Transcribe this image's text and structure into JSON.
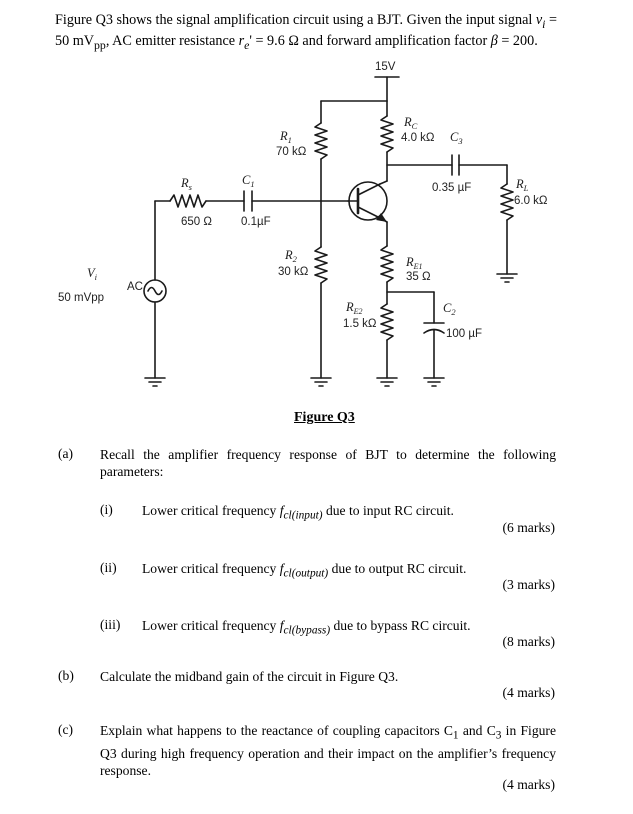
{
  "intro": {
    "text_a": "Figure Q3 shows the signal amplification circuit using a BJT. Given the input signal ",
    "sym_vi": "v",
    "sym_vi_sub": "i",
    "text_b": " =",
    "text_c": "50 mV",
    "text_c_sub": "pp",
    "text_d": ", AC emitter resistance ",
    "sym_re": "r",
    "sym_re_sub": "e",
    "text_e": "' = 9.6 Ω and forward amplification factor ",
    "sym_beta": "β",
    "text_f": " = 200."
  },
  "circuit": {
    "supply": "15V",
    "r1": {
      "name": "R",
      "sub": "1",
      "value": "70 kΩ"
    },
    "rc": {
      "name": "R",
      "sub": "C",
      "value": "4.0 kΩ"
    },
    "c3": {
      "name": "C",
      "sub": "3",
      "value": "0.35 µF"
    },
    "rl": {
      "name": "R",
      "sub": "L",
      "value": "6.0 kΩ"
    },
    "rs": {
      "name": "R",
      "sub": "s",
      "value": "650 Ω"
    },
    "c1": {
      "name": "C",
      "sub": "1",
      "value": "0.1µF"
    },
    "r2": {
      "name": "R",
      "sub": "2",
      "value": "30 kΩ"
    },
    "re1": {
      "name": "R",
      "sub": "E1",
      "value": "35 Ω"
    },
    "re2": {
      "name": "R",
      "sub": "E2",
      "value": "1.5 kΩ"
    },
    "c2": {
      "name": "C",
      "sub": "2",
      "value": "100 µF"
    },
    "vi": {
      "name": "V",
      "sub": "i",
      "value": "50 mVpp",
      "ac": "AC"
    }
  },
  "figure_caption": "Figure Q3",
  "questions": {
    "a": {
      "label": "(a)",
      "text": "Recall the amplifier frequency response of BJT to determine the following parameters:",
      "parts": [
        {
          "label": "(i)",
          "text_a": "Lower critical frequency ",
          "sym": "f",
          "sym_sub": "cl(input)",
          "text_b": " due to input RC circuit.",
          "marks": "(6 marks)"
        },
        {
          "label": "(ii)",
          "text_a": "Lower critical frequency ",
          "sym": "f",
          "sym_sub": "cl(output)",
          "text_b": " due to output RC circuit.",
          "marks": "(3 marks)"
        },
        {
          "label": "(iii)",
          "text_a": "Lower critical frequency ",
          "sym": "f",
          "sym_sub": "cl(bypass)",
          "text_b": " due to bypass RC circuit.",
          "marks": "(8 marks)"
        }
      ]
    },
    "b": {
      "label": "(b)",
      "text": "Calculate the midband gain of the circuit in Figure Q3.",
      "marks": "(4 marks)"
    },
    "c": {
      "label": "(c)",
      "text_a": "Explain what happens to the reactance of coupling capacitors C",
      "sub1": "1",
      "text_b": " and C",
      "sub3": "3",
      "text_c": " in Figure Q3 during high frequency operation and their impact on the amplifier’s frequency response.",
      "marks": "(4 marks)"
    }
  }
}
